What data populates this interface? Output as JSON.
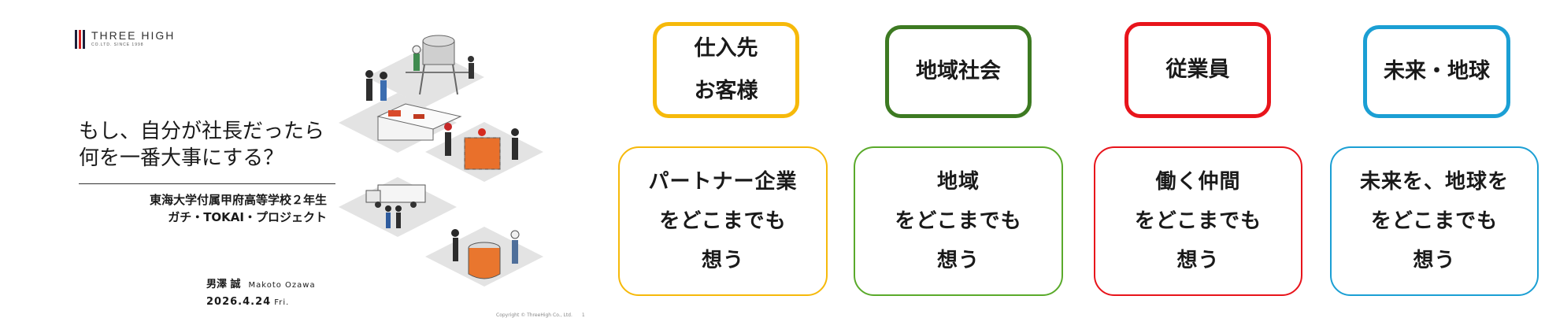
{
  "slide": {
    "logo": {
      "name": "THREE HIGH",
      "tagline": "CO.LTD. SINCE 1998"
    },
    "title_lines": [
      "もし、自分が社長だったら",
      "何を一番大事にする？"
    ],
    "subtitle_lines": [
      "東海大学付属甲府高等学校２年生",
      "ガチ・TOKAI・プロジェクト"
    ],
    "author": {
      "name": "男澤 誠",
      "name_en": "Makoto Ozawa"
    },
    "date": {
      "value": "2026.4.24",
      "day": "Fri."
    },
    "copyright": "Copyright © ThreeHigh Co., Ltd.",
    "page_number": "1"
  },
  "columns": [
    {
      "color": "#f6b90a",
      "category_lines": [
        "仕入先",
        "お客様"
      ],
      "description_lines": [
        "パートナー企業",
        "をどこまでも",
        "想う"
      ]
    },
    {
      "color": "#3d7a22",
      "category_lines": [
        "地域社会"
      ],
      "description_lines": [
        "地域",
        "をどこまでも",
        "想う"
      ]
    },
    {
      "color": "#e8141b",
      "category_lines": [
        "従業員"
      ],
      "description_lines": [
        "働く仲間",
        "をどこまでも",
        "想う"
      ]
    },
    {
      "color": "#1b9fd4",
      "category_lines": [
        "未来・地球"
      ],
      "description_lines": [
        "未来を、地球を",
        "をどこまでも",
        "想う"
      ]
    }
  ],
  "colors": {
    "description_border": [
      "#f6b90a",
      "#5aaa2b",
      "#e8141b",
      "#1b9fd4"
    ]
  },
  "illustration": {
    "icon": "isometric-factory-scenes"
  }
}
